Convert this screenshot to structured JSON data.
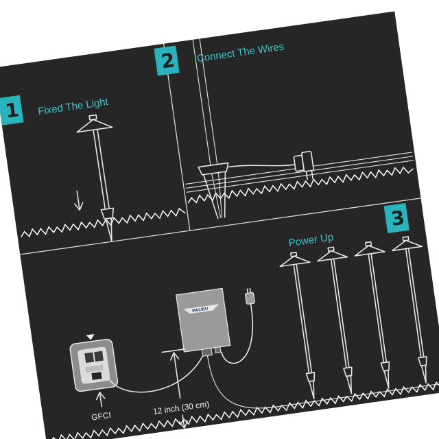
{
  "steps": [
    {
      "number": "1",
      "title": "Fixed The Light"
    },
    {
      "number": "2",
      "title": "Connect The Wires"
    },
    {
      "number": "3",
      "title": "Power Up"
    }
  ],
  "labels": {
    "gfci": "GFCI",
    "distance": "12 inch (30 cm)",
    "transformer_brand": "MALIBU"
  },
  "colors": {
    "background": "#262626",
    "accent": "#2ab3bd",
    "heading_text": "#3cc3cc",
    "linework": "#e8e8e8"
  }
}
